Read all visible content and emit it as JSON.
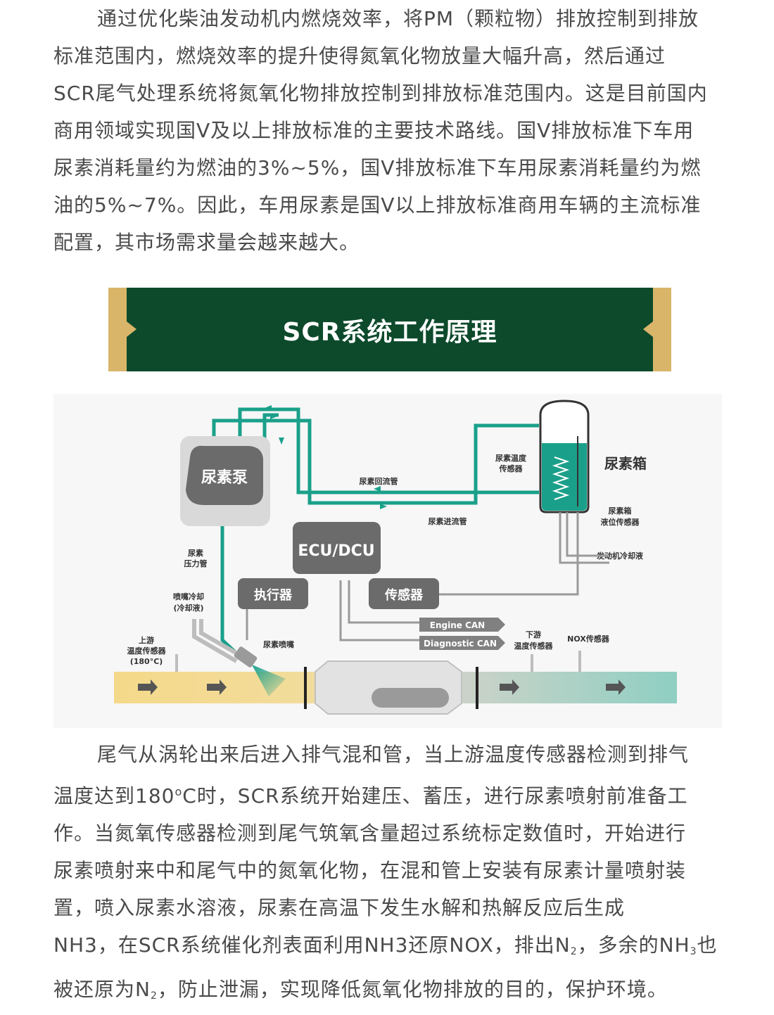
{
  "intro": {
    "lines": [
      "通过优化柴油发动机内燃烧效率，将PM（颗粒物）排放控制到排放",
      "标准范围内，燃烧效率的提升使得氮氧化物放量大幅升高，然后通过",
      "SCR尾气处理系统将氮氧化物排放控制到排放标准范围内。这是目前国内",
      "商用领域实现国V及以上排放标准的主要技术路线。国V排放标准下车用",
      "尿素消耗量约为燃油的3%~5%，国V排放标准下车用尿素消耗量约为燃",
      "油的5%~7%。因此，车用尿素是国V以上排放标准商用车辆的主流标准",
      "配置，其市场需求量会越来越大。"
    ]
  },
  "banner": {
    "title": "SCR系统工作原理"
  },
  "diagram": {
    "urea_pump": "尿素泵",
    "urea_tank": "尿素箱",
    "ecu": "ECU/DCU",
    "actuator": "执行器",
    "sensor": "传感器",
    "return_pipe": "尿素回流管",
    "inlet_pipe": "尿素进流管",
    "tank_temp_sensor_1": "尿素温度",
    "tank_temp_sensor_2": "传感器",
    "tank_level_sensor_1": "尿素箱",
    "tank_level_sensor_2": "液位传感器",
    "engine_coolant": "发动机冷却液",
    "pressure_pipe_1": "尿素",
    "pressure_pipe_2": "压力管",
    "nozzle_cooling_1": "喷嘴冷却",
    "nozzle_cooling_2": "(冷却液)",
    "upstream_sensor_1": "上游",
    "upstream_sensor_2": "温度传感器",
    "upstream_sensor_3": "(180°C)",
    "urea_nozzle": "尿素喷嘴",
    "engine_can": "Engine CAN",
    "diagnostic_can": "Diagnostic CAN",
    "downstream_sensor_1": "下游",
    "downstream_sensor_2": "温度传感器",
    "nox_sensor": "NOX传感器"
  },
  "outro": {
    "line1": "尾气从涡轮出来后进入排气混和管，当上游温度传感器检测到排气",
    "line2_a": "温度达到180",
    "line2_sup": "o",
    "line2_b": "C时，SCR系统开始建压、蓄压，进行尿素喷射前准备工",
    "line3": "作。当氮氧传感器检测到尾气筑氧含量超过系统标定数值时，开始进行",
    "line4": "尿素喷射来中和尾气中的氮氧化物，在混和管上安装有尿素计量喷射装",
    "line5": "置，喷入尿素水溶液，尿素在高温下发生水解和热解反应后生成",
    "line6_a": "NH3，在SCR系统催化剂表面利用NH3还原NOX，排出N",
    "line6_sub1": "2",
    "line6_b": "，多余的NH",
    "line6_sub2": "3",
    "line6_c": "也",
    "line7_a": "被还原为N",
    "line7_sub": "2",
    "line7_b": "，防止泄漏，实现降低氮氧化物排放的目的，保护环境。"
  },
  "colors": {
    "banner_green": "#0d4a2c",
    "banner_gold": "#d9b56a",
    "pipe_teal": "#1aa08a",
    "box_gray": "#6b6b6b",
    "text": "#4a4a4a"
  }
}
